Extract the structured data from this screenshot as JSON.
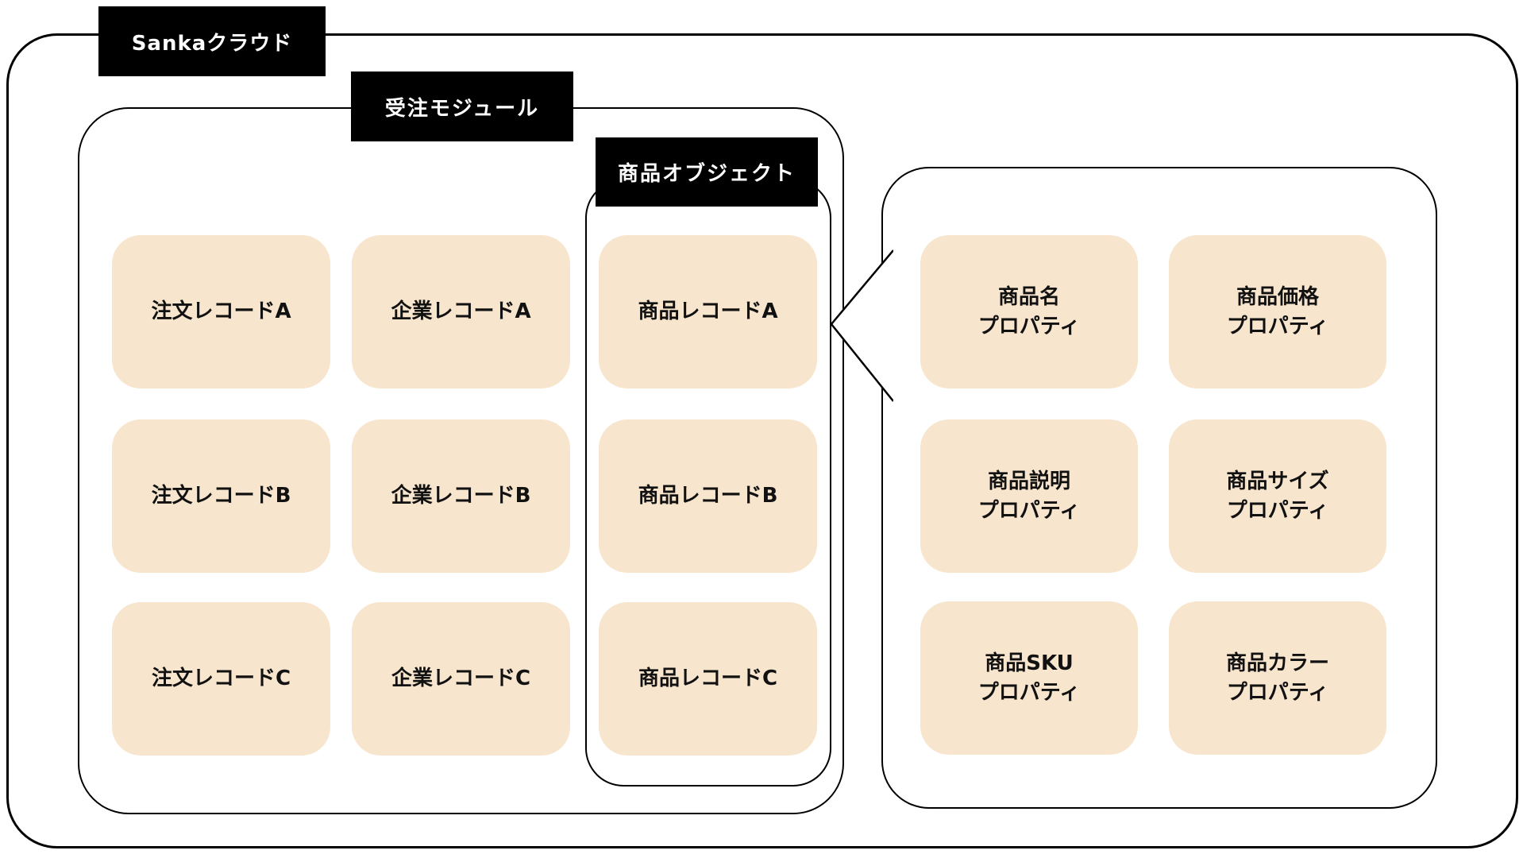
{
  "labels": {
    "cloud": "Sankaクラウド",
    "module": "受注モジュール",
    "object": "商品オブジェクト"
  },
  "records": {
    "order": [
      "注文レコードA",
      "注文レコードB",
      "注文レコードC"
    ],
    "company": [
      "企業レコードA",
      "企業レコードB",
      "企業レコードC"
    ],
    "product": [
      "商品レコードA",
      "商品レコードB",
      "商品レコードC"
    ]
  },
  "properties": [
    {
      "name": "商品名",
      "type": "プロパティ"
    },
    {
      "name": "商品価格",
      "type": "プロパティ"
    },
    {
      "name": "商品説明",
      "type": "プロパティ"
    },
    {
      "name": "商品サイズ",
      "type": "プロパティ"
    },
    {
      "name": "商品SKU",
      "type": "プロパティ"
    },
    {
      "name": "商品カラー",
      "type": "プロパティ"
    }
  ],
  "colors": {
    "background": "#FFFFFF",
    "card_bg": "#F7E5CD",
    "label_bg": "#000000",
    "label_text": "#FFFFFF",
    "border": "#000000"
  }
}
